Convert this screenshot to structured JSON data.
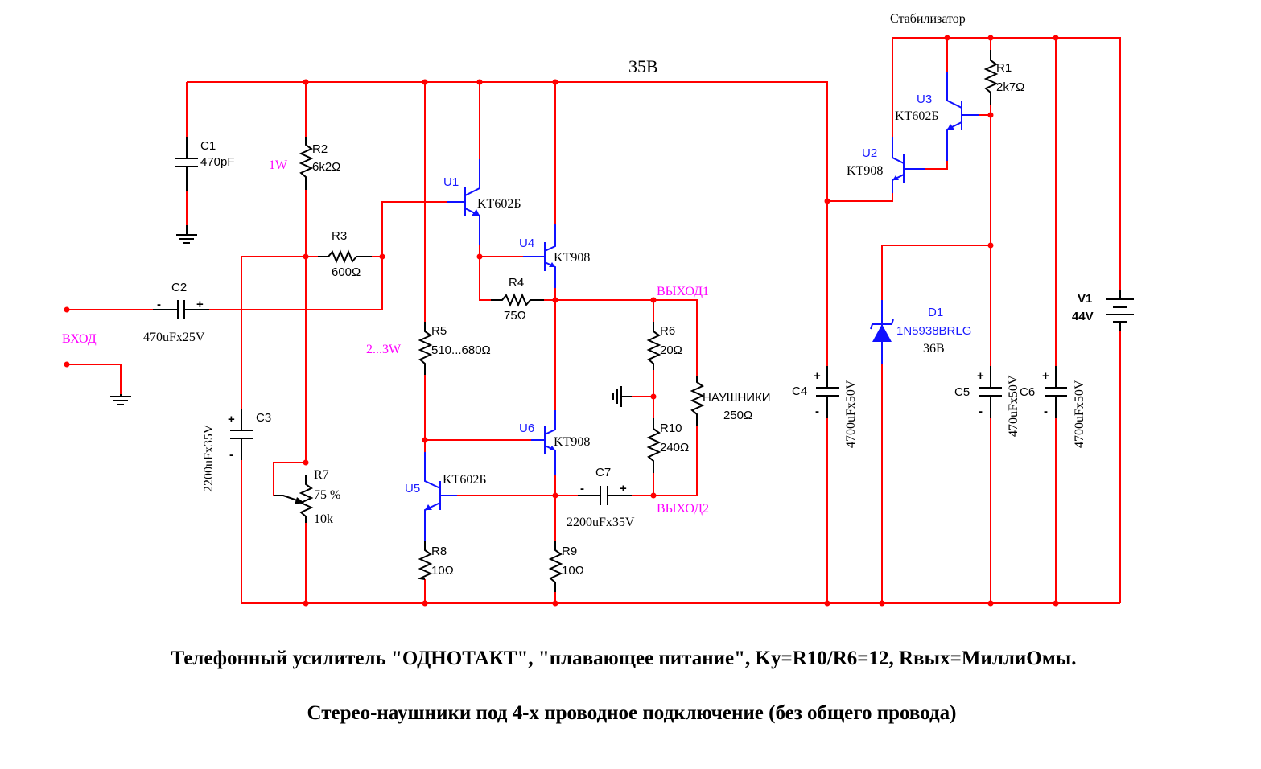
{
  "labels": {
    "rail_voltage": "35B",
    "stabilizer": "Стабилизатор",
    "input": "ВХОД",
    "output1": "ВЫХОД1",
    "output2": "ВЫХОД2",
    "power_r2": "1W",
    "power_r5": "2...3W"
  },
  "components": {
    "C1": {
      "ref": "C1",
      "value": "470pF"
    },
    "C2": {
      "ref": "C2",
      "value": "470uFx25V",
      "plus": "+",
      "minus": "-"
    },
    "C3": {
      "ref": "C3",
      "value": "2200uFx35V",
      "plus": "+",
      "minus": "-"
    },
    "C4": {
      "ref": "C4",
      "value": "4700uFx50V",
      "plus": "+",
      "minus": "-"
    },
    "C5": {
      "ref": "C5",
      "value": "470uFx50V",
      "plus": "+",
      "minus": "-"
    },
    "C6": {
      "ref": "C6",
      "value": "4700uFx50V",
      "plus": "+",
      "minus": "-"
    },
    "C7": {
      "ref": "C7",
      "value": "2200uFx35V",
      "plus": "+",
      "minus": "-"
    },
    "R1": {
      "ref": "R1",
      "value": "2k7Ω"
    },
    "R2": {
      "ref": "R2",
      "value": "6k2Ω"
    },
    "R3": {
      "ref": "R3",
      "value": "600Ω"
    },
    "R4": {
      "ref": "R4",
      "value": "75Ω"
    },
    "R5": {
      "ref": "R5",
      "value": "510...680Ω"
    },
    "R6": {
      "ref": "R6",
      "value": "20Ω"
    },
    "R7": {
      "ref": "R7",
      "value": "10k",
      "setting": "75 %"
    },
    "R8": {
      "ref": "R8",
      "value": "10Ω"
    },
    "R9": {
      "ref": "R9",
      "value": "10Ω"
    },
    "R10": {
      "ref": "R10",
      "value": "240Ω"
    },
    "RL": {
      "ref": "НАУШНИКИ",
      "value": "250Ω"
    },
    "U1": {
      "ref": "U1",
      "type": "KT602Б"
    },
    "U2": {
      "ref": "U2",
      "type": "KT908"
    },
    "U3": {
      "ref": "U3",
      "type": "KT602Б"
    },
    "U4": {
      "ref": "U4",
      "type": "KT908"
    },
    "U5": {
      "ref": "U5",
      "type": "KT602Б"
    },
    "U6": {
      "ref": "U6",
      "type": "KT908"
    },
    "D1": {
      "ref": "D1",
      "type": "1N5938BRLG",
      "value": "36B"
    },
    "V1": {
      "ref": "V1",
      "value": "44V"
    }
  },
  "captions": {
    "line1": "Телефонный усилитель \"ОДНОТАКТ\", \"плавающее питание\", Ky=R10/R6=12, Rвых=МиллиОмы.",
    "line2": "Стерео-наушники под 4-х проводное подключение (без общего провода)"
  }
}
